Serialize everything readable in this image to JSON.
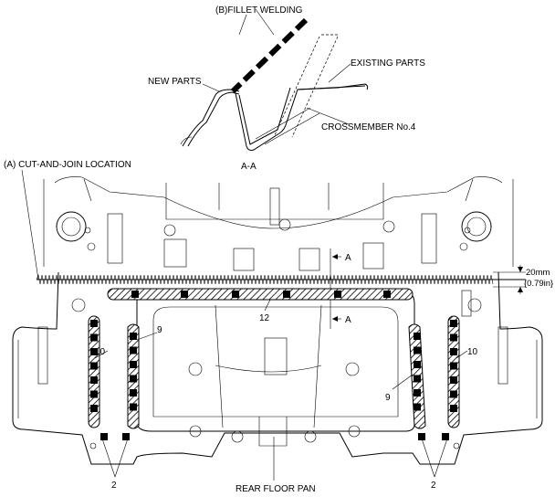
{
  "labels": {
    "fillet_welding": "(B)FILLET WELDING",
    "new_parts": "NEW PARTS",
    "existing_parts": "EXISTING PARTS",
    "crossmember": "CROSSMEMBER No.4",
    "section": "A-A",
    "cut_join": "(A) CUT-AND-JOIN LOCATION",
    "section_mark_top": "A",
    "section_mark_bottom": "A",
    "dim_mm": "20mm",
    "dim_in": "{0.79in}",
    "callout_12": "12",
    "callout_9_left": "9",
    "callout_9_right": "9",
    "callout_10_left": "10",
    "callout_10_right": "10",
    "callout_2_left": "2",
    "callout_2_right": "2",
    "rear_floor_pan": "REAR FLOOR PAN"
  }
}
